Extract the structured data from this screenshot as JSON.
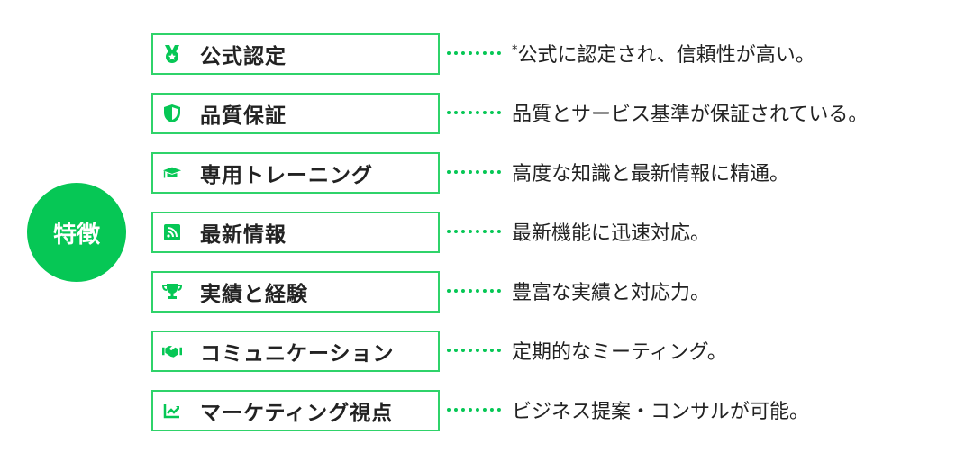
{
  "accent": "#06c755",
  "title": "特徴",
  "items": [
    {
      "icon": "medal-icon",
      "label": "公式認定",
      "note": "*",
      "desc": "公式に認定され、信頼性が高い。"
    },
    {
      "icon": "shield-icon",
      "label": "品質保証",
      "desc": "品質とサービス基準が保証されている。"
    },
    {
      "icon": "graduation-cap-icon",
      "label": "専用トレーニング",
      "desc": "高度な知識と最新情報に精通。"
    },
    {
      "icon": "rss-icon",
      "label": "最新情報",
      "desc": "最新機能に迅速対応。"
    },
    {
      "icon": "trophy-icon",
      "label": "実績と経験",
      "desc": "豊富な実績と対応力。"
    },
    {
      "icon": "handshake-icon",
      "label": "コミュニケーション",
      "desc": "定期的なミーティング。"
    },
    {
      "icon": "chart-line-icon",
      "label": "マーケティング視点",
      "desc": "ビジネス提案・コンサルが可能。"
    }
  ]
}
